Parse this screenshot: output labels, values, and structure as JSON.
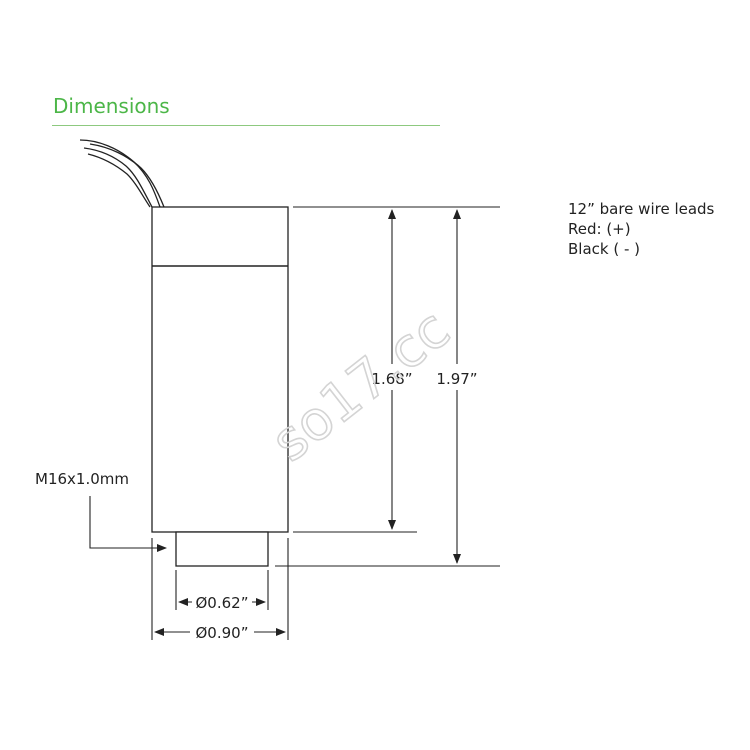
{
  "header": {
    "title": "Dimensions"
  },
  "notes": {
    "lead_length": "12” bare wire leads",
    "red_wire": "Red: (+)",
    "black_wire": "Black ( - )"
  },
  "dimensions": {
    "body_height": "1.68”",
    "overall_height": "1.97”",
    "thread_diameter": "Ø0.62”",
    "body_diameter": "Ø0.90”",
    "thread_spec": "M16x1.0mm"
  },
  "watermark": "so17.cc",
  "colors": {
    "accent": "#4cb648",
    "line": "#222222"
  }
}
